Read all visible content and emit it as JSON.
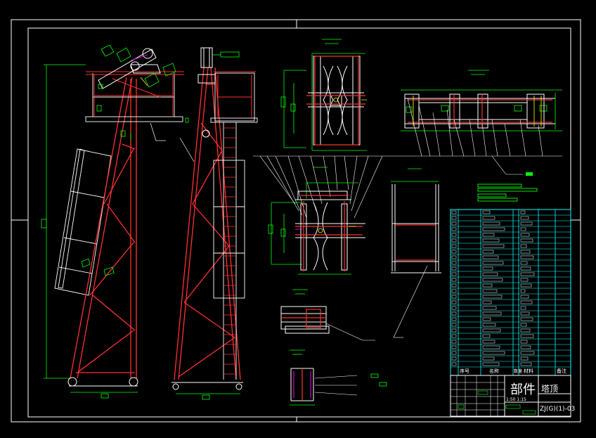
{
  "title_block": {
    "part_label": "部件",
    "name_label": "塔顶",
    "drawing_no": "ZJ(G)(1)-03",
    "scale_text": "1:50 1:15"
  },
  "parts_table_header": [
    "序号",
    "名称",
    "数量",
    "材料",
    "备注"
  ],
  "colors": {
    "frame": "#ffffff",
    "structure": "#ff3030",
    "outline": "#ffffff",
    "dimension": "#00ff00",
    "table": "#00ffff"
  }
}
